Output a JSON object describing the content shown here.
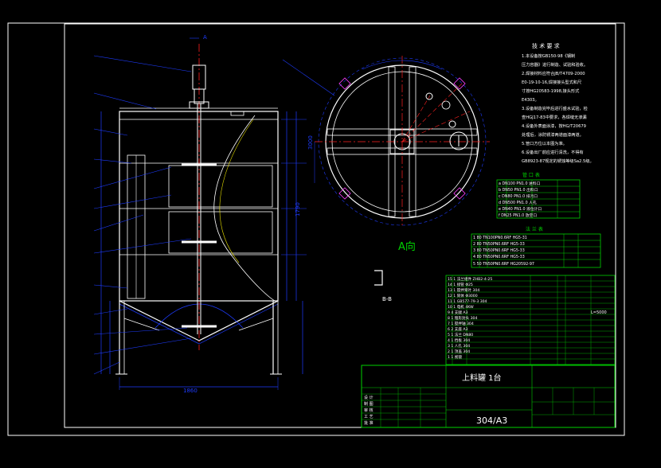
{
  "drawing": {
    "section_label": "A",
    "view_a_label": "A向",
    "section_bb_label": "B-B",
    "title_block_name": "上料罐 1台",
    "title_block_material": "304/A3",
    "parts_table_note": "L=5000",
    "dims": {
      "overall_width": "1860",
      "height_top": "1790",
      "view_dia": "3000"
    },
    "notes_title": "技 术 要 求",
    "notes": [
      "1.本设备按GB150-98《钢制",
      "压力容器》进行制造、试验和验收。",
      "2.焊接材料应符合JB/T4709-2000",
      "E0-19-10-16,焊接接头型式和尺",
      "寸按HG20583-1998,接头形式",
      "E4303。",
      "3.设备制造完毕后进行盛水试验，检",
      "查HGJ17-83中要求，各焊缝无渗漏",
      "4.设备外表面涂漆，按HG/T20679",
      "处理后，涂防锈漆两道面漆两道。",
      "5.管口方位以本图为准。",
      "6.设备出厂前应进行清洗，不得有",
      "GB8923-87规定的锈蚀等级Sa2.5级。"
    ],
    "nozzle_table_title": "管 口 表",
    "nozzle_table": [
      "a  DN100  PN1.0 进料口",
      "b  DN50   PN1.0 出料口",
      "c  DN80   PN1.0 排污口",
      "d  DN500  PN1.0 人孔",
      "e  DN40   PN1.0 液位计口",
      "f  DN25   PN1.0 放空口"
    ],
    "flange_table_title": "法 兰 表",
    "flange_table": [
      "1  80  TN100PN0.6RF HG5-31",
      "2  80  TN50PN0.6RF HG5-33",
      "3  80  TN50PN0.6RF HG5-33",
      "4  80  TN50PN0.6RF HG5-33",
      "5  50  TN50PN0.6RF HG20592-97"
    ],
    "parts_rows": [
      "15  1  法兰组件  ZHB2-4-25",
      "14  1  接管 Φ25",
      "13  1  搅拌桨叶  304",
      "12  1  筒体  Φ3000",
      "11  1  GB577-79-3  304",
      "10  1  电机 4KW",
      "9   4  支腿  A3",
      "8   1  锥形封头  304",
      "7   1  搅拌轴  304",
      "6   2  支座  A3",
      "5   1  法兰 DN80",
      "4   1  挡板  304",
      "3   1  人孔  304",
      "2   1  顶盖  304",
      "1   1  视镜"
    ],
    "title_block_rows": [
      "设 计",
      "制 图",
      "审 核",
      "工 艺",
      "批 准"
    ],
    "colors": {
      "background": "#000000",
      "frame": "#ffffff",
      "dimension": "#1e3cff",
      "table": "#00d000",
      "centerline": "#ff2020",
      "hatch": "#e8e000"
    }
  }
}
